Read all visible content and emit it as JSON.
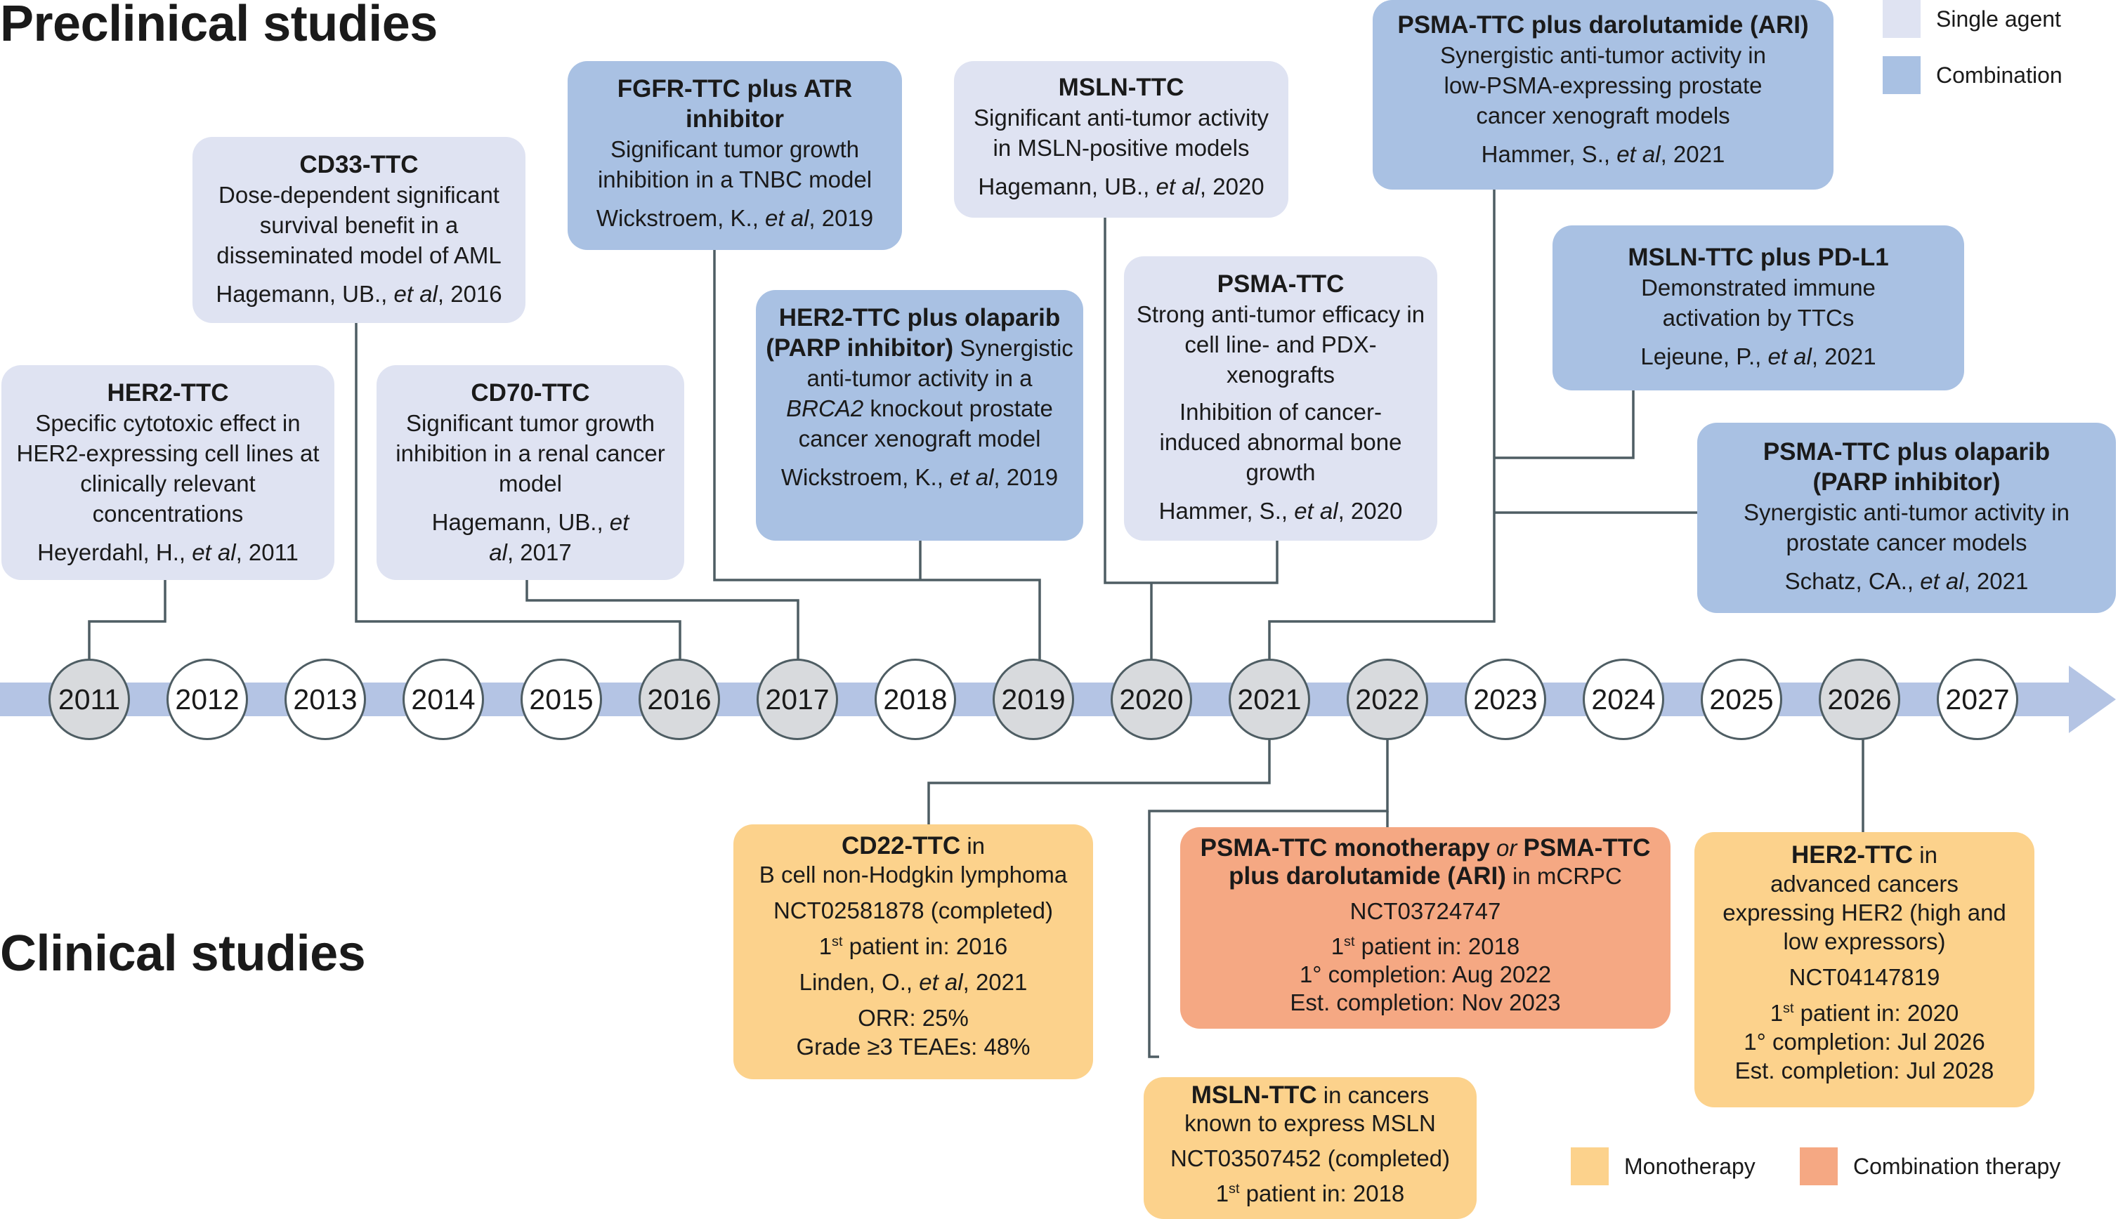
{
  "sections": {
    "preclinical": "Preclinical studies",
    "clinical": "Clinical studies"
  },
  "legend_top": [
    {
      "label": "Single agent",
      "color": "#dfe3f2"
    },
    {
      "label": "Combination",
      "color": "#a9c1e3"
    }
  ],
  "legend_bottom": [
    {
      "label": "Monotherapy",
      "color": "#fcd28c"
    },
    {
      "label": "Combination therapy",
      "color": "#f5a883"
    }
  ],
  "years": [
    "2011",
    "2012",
    "2013",
    "2014",
    "2015",
    "2016",
    "2017",
    "2018",
    "2019",
    "2020",
    "2021",
    "2022",
    "2023",
    "2024",
    "2025",
    "2026",
    "2027"
  ],
  "preclinical": {
    "her2": {
      "title": "HER2-TTC",
      "desc": "Specific cytotoxic effect in HER2-expressing cell lines at clinically relevant concentrations",
      "cite_author": "Heyerdahl, H., ",
      "cite_etal": "et al",
      "cite_year": ", 2011"
    },
    "cd33": {
      "title": "CD33-TTC",
      "desc": "Dose-dependent significant survival benefit in a disseminated model of AML",
      "cite_author": "Hagemann, UB., ",
      "cite_etal": "et al",
      "cite_year": ", 2016"
    },
    "cd70": {
      "title": "CD70-TTC",
      "desc": "Significant tumor growth inhibition in a renal cancer model",
      "cite_author": "Hagemann, UB., ",
      "cite_etal": "et al",
      "cite_year": ", 2017"
    },
    "fgfr": {
      "title": "FGFR-TTC plus ATR inhibitor",
      "desc": "Significant tumor growth inhibition in a TNBC model",
      "cite_author": "Wickstroem, K., ",
      "cite_etal": "et al",
      "cite_year": ", 2019"
    },
    "her2_olaparib": {
      "title": "HER2-TTC plus olaparib (PARP inhibitor)",
      "desc_a": " Synergistic anti-tumor activity in a ",
      "desc_italic": "BRCA2",
      "desc_b": " knockout prostate cancer xenograft model",
      "cite_author": "Wickstroem, K., ",
      "cite_etal": "et al",
      "cite_year": ", 2019"
    },
    "msln": {
      "title": "MSLN-TTC",
      "desc": "Significant anti-tumor activity in MSLN-positive models",
      "cite_author": "Hagemann, UB., ",
      "cite_etal": "et al",
      "cite_year": ", 2020"
    },
    "psma": {
      "title": "PSMA-TTC",
      "desc": "Strong anti-tumor efficacy in cell line- and PDX-xenografts",
      "desc2": "Inhibition of cancer-induced abnormal bone growth",
      "cite_author": "Hammer, S., ",
      "cite_etal": "et al",
      "cite_year": ", 2020"
    },
    "psma_daro": {
      "title": "PSMA-TTC plus darolutamide (ARI)",
      "desc": "Synergistic anti-tumor activity in low-PSMA-expressing prostate cancer xenograft models",
      "cite_author": "Hammer, S., ",
      "cite_etal": "et al",
      "cite_year": ", 2021"
    },
    "msln_pdl1": {
      "title": "MSLN-TTC plus PD-L1",
      "desc": "Demonstrated immune activation by TTCs",
      "cite_author": "Lejeune, P., ",
      "cite_etal": "et al",
      "cite_year": ", 2021"
    },
    "psma_olaparib": {
      "title": "PSMA-TTC plus olaparib (PARP inhibitor)",
      "desc": "Synergistic anti-tumor activity in prostate cancer models",
      "cite_author": "Schatz, CA., ",
      "cite_etal": "et al",
      "cite_year": ", 2021"
    }
  },
  "clinical": {
    "cd22": {
      "title": "CD22-TTC",
      "title_rest": " in",
      "desc": "B cell non-Hodgkin lymphoma",
      "nct": "NCT02581878 (completed)",
      "first_pre": "1",
      "first_sup": "st",
      "first_post": " patient in: 2016",
      "cite_author": "Linden, O., ",
      "cite_etal": "et al",
      "cite_year": ", 2021",
      "orr": "ORR: 25%",
      "teae": "Grade ≥3 TEAEs: 48%"
    },
    "psma_mono": {
      "title_a": "PSMA-TTC monotherapy",
      "title_or": " or ",
      "title_b": "PSMA-TTC plus darolutamide (ARI)",
      "title_rest": " in mCRPC",
      "nct": "NCT03724747",
      "first_pre": "1",
      "first_sup": "st",
      "first_post": " patient in: 2018",
      "primary": "1° completion: Aug 2022",
      "est": "Est. completion: Nov 2023"
    },
    "msln": {
      "title": "MSLN-TTC",
      "title_rest": " in cancers known to express MSLN",
      "nct": "NCT03507452 (completed)",
      "first_pre": "1",
      "first_sup": "st",
      "first_post": " patient in: 2018"
    },
    "her2": {
      "title": "HER2-TTC",
      "title_rest": " in",
      "desc": "advanced cancers expressing HER2 (high and low expressors)",
      "nct": "NCT04147819",
      "first_pre": "1",
      "first_sup": "st",
      "first_post": " patient in: 2020",
      "primary": "1° completion: Jul 2026",
      "est": "Est. completion: Jul 2028"
    }
  },
  "colors": {
    "single": "#dfe3f2",
    "combination": "#a9c1e3",
    "monotherapy": "#fcd28c",
    "combination_therapy": "#f5a883",
    "arrow": "#b4c4e4",
    "line": "#4e5d63"
  }
}
